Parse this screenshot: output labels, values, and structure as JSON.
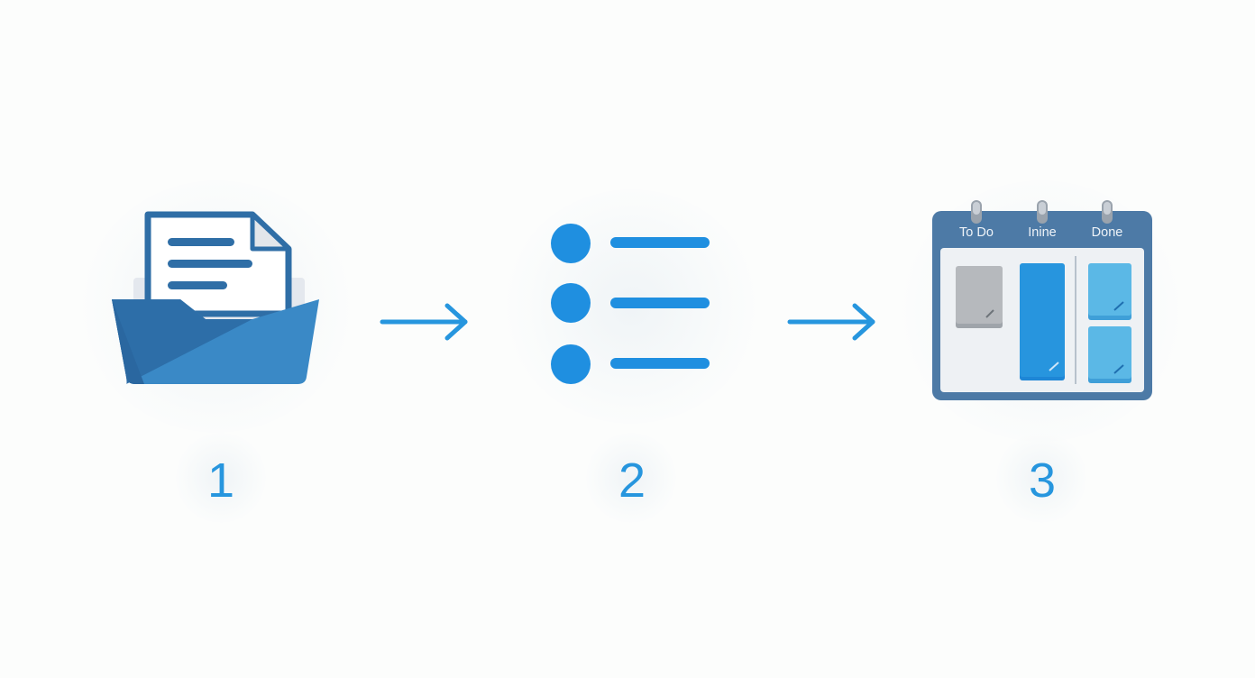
{
  "steps": [
    {
      "number": "1",
      "icon": "inbox-tray-icon"
    },
    {
      "number": "2",
      "icon": "bullet-list-icon"
    },
    {
      "number": "3",
      "icon": "kanban-calendar-icon"
    }
  ],
  "board": {
    "columns": [
      "To Do",
      "Inine",
      "Done"
    ]
  },
  "colors": {
    "primary_dark": "#2e6ea6",
    "primary": "#2795de",
    "light_blue": "#5bb8e6",
    "gray_card": "#b6b9bd",
    "board_header": "#4d7aa6",
    "background": "#fcfdfc"
  }
}
